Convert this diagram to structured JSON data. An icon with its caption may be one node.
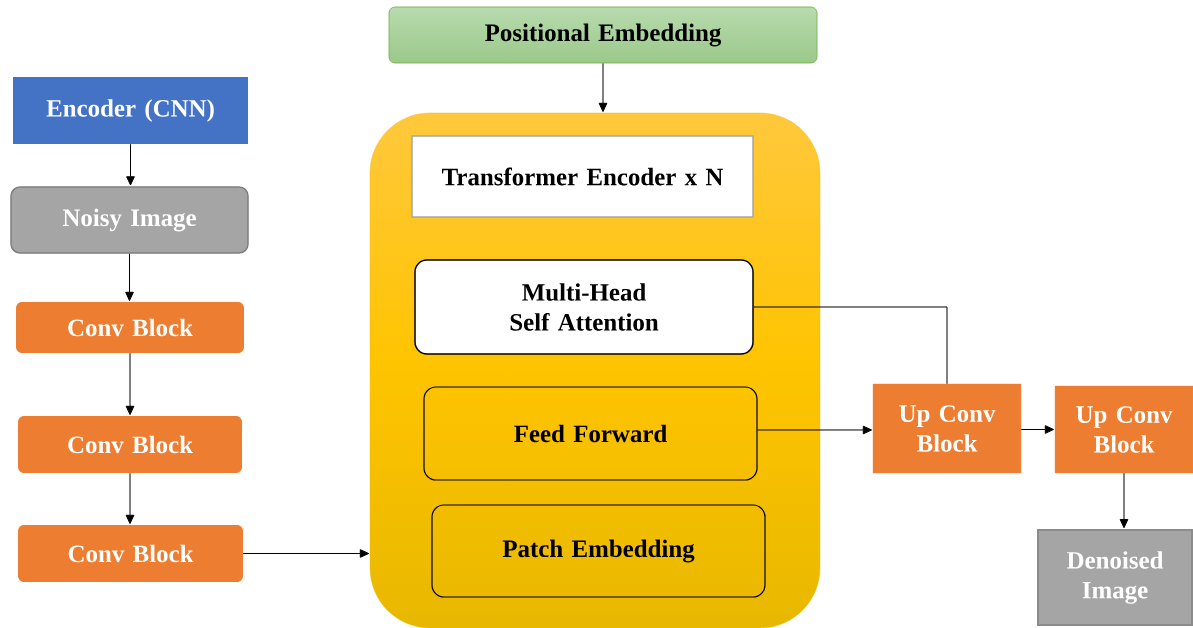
{
  "diagram": {
    "nodes": [
      {
        "text": [
          "Positional Embedding"
        ]
      },
      {
        "text": [
          "Encoder (CNN)"
        ]
      },
      {
        "text": [
          "Noisy Image"
        ]
      },
      {
        "text": [
          "Conv Block"
        ]
      },
      {
        "text": [
          "Conv Block"
        ]
      },
      {
        "text": [
          "Conv Block"
        ]
      },
      {
        "text": [],
        "shape": "box"
      },
      {
        "text": [
          "Transformer Encoder x N"
        ],
        "in": 6
      },
      {
        "text": [
          "Multi-Head Self Attention"
        ],
        "in": 6
      },
      {
        "text": [
          "Feed Forward"
        ],
        "in": 6
      },
      {
        "text": [
          "Patch Embedding"
        ],
        "in": 6
      },
      {
        "text": [
          "Up Conv Block"
        ]
      },
      {
        "text": [
          "Up Conv Block"
        ]
      },
      {
        "text": [
          "Denoised Image"
        ]
      }
    ],
    "edges": [
      {
        "from": 0,
        "to": 6,
        "arrow": "to"
      },
      {
        "from": 1,
        "to": 2,
        "arrow": "to"
      },
      {
        "from": 2,
        "to": 3,
        "arrow": "to"
      },
      {
        "from": 3,
        "to": 4,
        "arrow": "to"
      },
      {
        "from": 4,
        "to": 5,
        "arrow": "to"
      },
      {
        "from": 5,
        "to": 6,
        "arrow": "to"
      },
      {
        "from": 9,
        "to": 11,
        "arrow": "to"
      },
      {
        "from": 8,
        "to": 11,
        "arrow": "none"
      },
      {
        "from": 11,
        "to": 12,
        "arrow": "to"
      },
      {
        "from": 12,
        "to": 13,
        "arrow": "to"
      }
    ]
  }
}
